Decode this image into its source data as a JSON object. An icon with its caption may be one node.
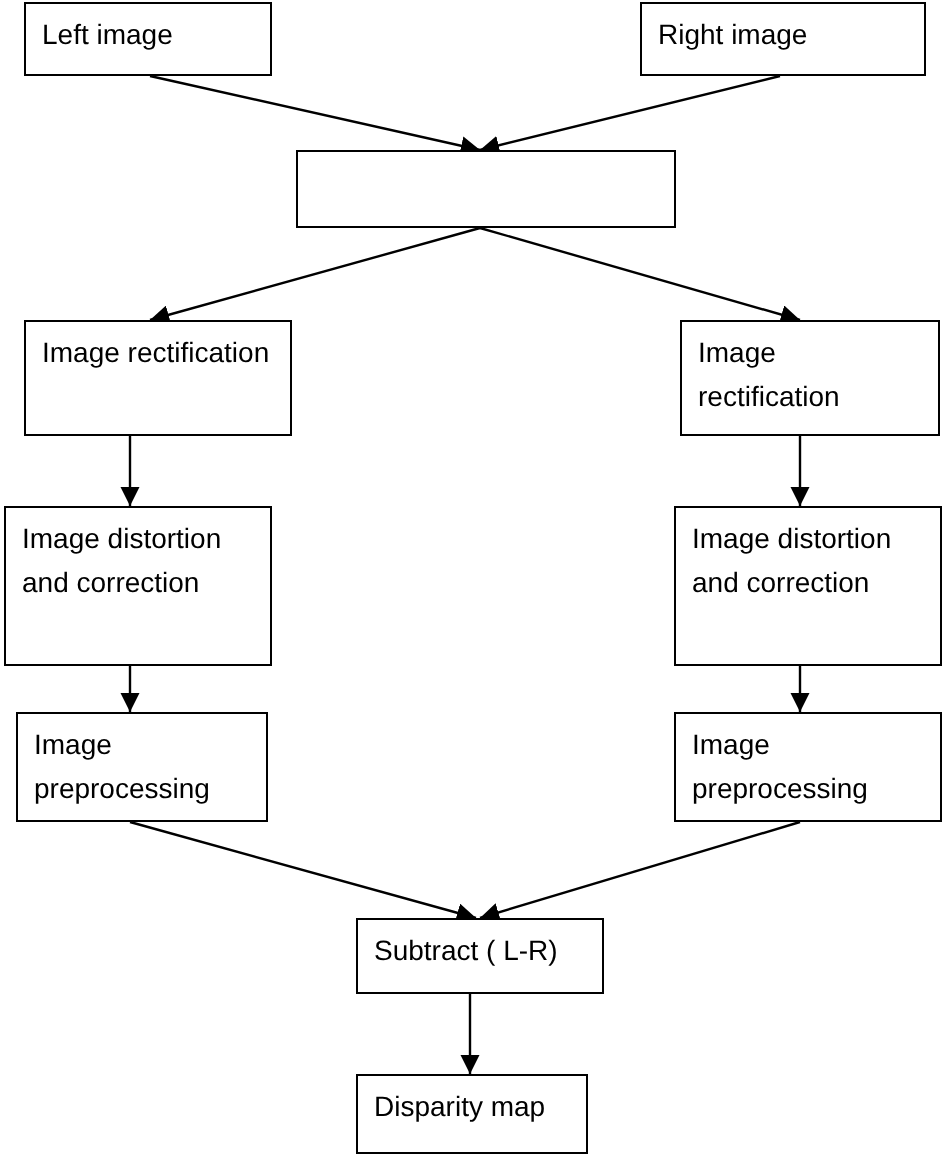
{
  "diagram": {
    "nodes": [
      {
        "text": [
          "Left image"
        ]
      },
      {
        "text": [
          "Right image"
        ]
      },
      {
        "text": [],
        "shape": "box"
      },
      {
        "text": [
          "Image rectification"
        ]
      },
      {
        "text": [
          "Image rectification"
        ]
      },
      {
        "text": [
          "Image distortion and correction"
        ]
      },
      {
        "text": [
          "Image distortion and correction"
        ]
      },
      {
        "text": [
          "Image preprocessing"
        ]
      },
      {
        "text": [
          "Image preprocessing"
        ]
      },
      {
        "text": [
          "Subtract ( L-R)"
        ]
      },
      {
        "text": [
          "Disparity map"
        ]
      }
    ],
    "edges": [
      {
        "from": 0,
        "to": 2,
        "arrow": "to"
      },
      {
        "from": 1,
        "to": 2,
        "arrow": "to"
      },
      {
        "from": 2,
        "to": 3,
        "arrow": "to"
      },
      {
        "from": 2,
        "to": 4,
        "arrow": "to"
      },
      {
        "from": 3,
        "to": 5,
        "arrow": "to"
      },
      {
        "from": 4,
        "to": 6,
        "arrow": "to"
      },
      {
        "from": 5,
        "to": 7,
        "arrow": "to"
      },
      {
        "from": 6,
        "to": 8,
        "arrow": "to"
      },
      {
        "from": 7,
        "to": 9,
        "arrow": "to"
      },
      {
        "from": 8,
        "to": 9,
        "arrow": "to"
      },
      {
        "from": 9,
        "to": 10,
        "arrow": "to"
      }
    ]
  }
}
